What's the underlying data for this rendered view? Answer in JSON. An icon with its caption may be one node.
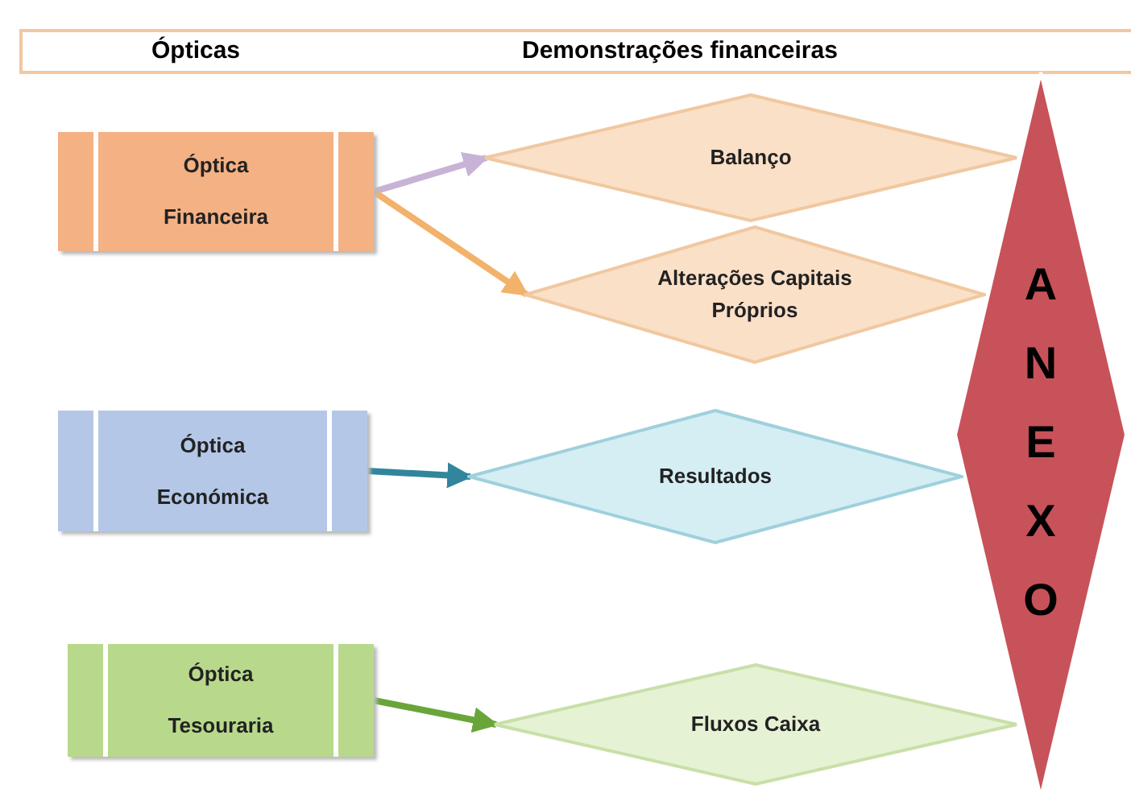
{
  "diagram": {
    "nodes": [
      {
        "text": [
          "Óptica Financeira"
        ]
      },
      {
        "text": [
          "Balanço"
        ]
      },
      {
        "text": [
          "Alterações Capitais Próprios"
        ]
      },
      {
        "text": [
          "Óptica Económica"
        ]
      },
      {
        "text": [
          "Resultados"
        ]
      },
      {
        "text": [
          "Óptica Tesouraria"
        ]
      },
      {
        "text": [
          "Fluxos Caixa"
        ]
      },
      {
        "text": [
          "ANEXO"
        ]
      }
    ],
    "edges": [
      {
        "from": 0,
        "to": 1,
        "arrow": "to",
        "color": "#c7b3d6"
      },
      {
        "from": 0,
        "to": 2,
        "arrow": "to",
        "color": "#f2b26b"
      },
      {
        "from": 3,
        "to": 4,
        "arrow": "to",
        "color": "#31859c"
      },
      {
        "from": 5,
        "to": 6,
        "arrow": "to",
        "color": "#6aa53a"
      }
    ],
    "labels": [
      "Ópticas",
      "Demonstrações financeiras"
    ]
  }
}
